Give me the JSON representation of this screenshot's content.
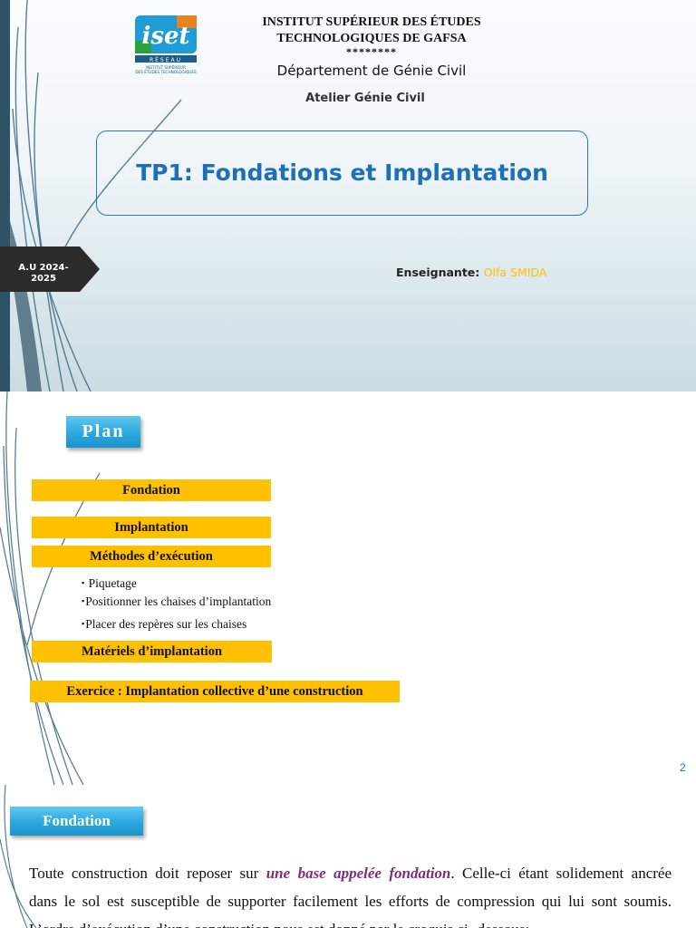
{
  "slide1": {
    "logo": {
      "text": "iset",
      "sub": "RÉSEAU",
      "caption": "INSTITUT SUPÉRIEUR DES ÉTUDES TECHNOLOGIQUES"
    },
    "institute_line1": "INSTITUT SUPÉRIEUR DES ÉTUDES",
    "institute_line2": "TECHNOLOGIQUES DE GAFSA",
    "stars": "********",
    "department": "Département de Génie Civil",
    "atelier": "Atelier Génie Civil",
    "title": "TP1: Fondations et Implantation",
    "academic_year_line1": "A.U 2024-",
    "academic_year_line2": "2025",
    "teacher_label": "Enseignante:",
    "teacher_name": "Olfa SMIDA"
  },
  "slide2": {
    "plan_label": "Plan",
    "items": [
      "Fondation",
      "Implantation",
      "Méthodes d’exécution"
    ],
    "sub_items": [
      "Piquetage",
      "Positionner les chaises d’implantation",
      "Placer des repères sur les chaises"
    ],
    "bullet": "▪",
    "item_materiels": "Matériels d’implantation",
    "item_exercice": "Exercice : Implantation collective d’une construction",
    "page_number": "2"
  },
  "slide3": {
    "section_label": "Fondation",
    "para_a": "Toute construction doit reposer sur ",
    "para_highlight": "une base appelée fondation",
    "para_b": ". Celle-ci étant solidement ancrée",
    "para_line2": "dans le sol est susceptible de supporter facilement les efforts de compression qui lui sont soumis.",
    "para_line3": "L’ordre d’exécution d’une construction nous est donné par le croquis ci- dessous:"
  },
  "colors": {
    "title_blue": "#1d6fb8",
    "accent_yellow": "#ffc000",
    "button_blue": "#2ba8de",
    "highlight_purple": "#7b2c7f",
    "dark_bar": "#2f5366"
  }
}
